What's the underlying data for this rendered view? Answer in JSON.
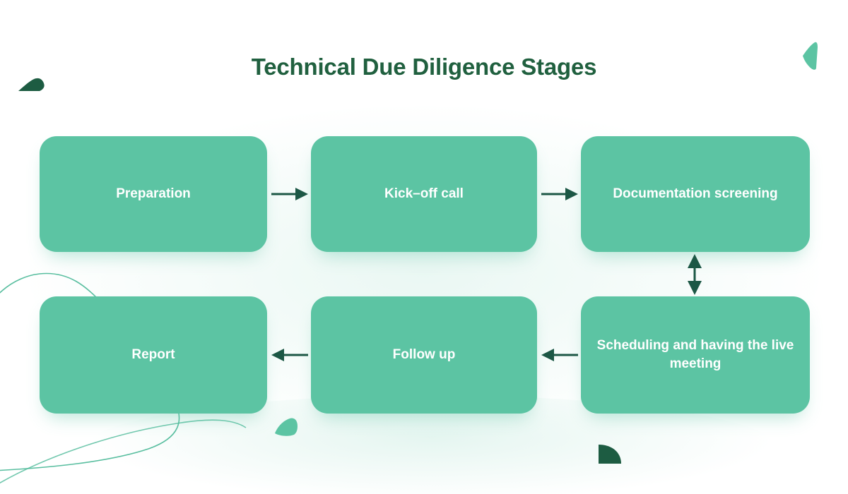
{
  "page": {
    "title": "Technical Due Diligence Stages",
    "background_color": "#ffffff"
  },
  "theme": {
    "node_fill": "#5cc4a3",
    "node_text": "#ffffff",
    "title_color": "#20603f",
    "arrow_color": "#1c5745",
    "accent_dark_green": "#1d5c42",
    "accent_light_green": "#5cc4a3",
    "outline_green": "#4fba9a"
  },
  "diagram": {
    "type": "flowchart",
    "orientation": "boustrophedon-two-rows",
    "nodes": [
      {
        "id": "preparation",
        "label": "Preparation",
        "row": 1,
        "col": 1
      },
      {
        "id": "kickoff",
        "label": "Kick–off call",
        "row": 1,
        "col": 2
      },
      {
        "id": "docs",
        "label": "Documentation screening",
        "row": 1,
        "col": 3
      },
      {
        "id": "scheduling",
        "label": "Scheduling and having the live meeting",
        "row": 2,
        "col": 3
      },
      {
        "id": "followup",
        "label": "Follow up",
        "row": 2,
        "col": 2
      },
      {
        "id": "report",
        "label": "Report",
        "row": 2,
        "col": 1
      }
    ],
    "edges": [
      {
        "id": "edge-preparation-kickoff",
        "from": "preparation",
        "to": "kickoff",
        "direction": "right",
        "heads": 1
      },
      {
        "id": "edge-kickoff-docs",
        "from": "kickoff",
        "to": "docs",
        "direction": "right",
        "heads": 1
      },
      {
        "id": "edge-docs-scheduling",
        "from": "docs",
        "to": "scheduling",
        "direction": "vertical",
        "heads": 2
      },
      {
        "id": "edge-scheduling-followup",
        "from": "scheduling",
        "to": "followup",
        "direction": "left",
        "heads": 1
      },
      {
        "id": "edge-followup-report",
        "from": "followup",
        "to": "report",
        "direction": "left",
        "heads": 1
      }
    ]
  },
  "decorations": [
    {
      "id": "triangle-top-left",
      "shape": "triangle",
      "color": "#1d5c42"
    },
    {
      "id": "wedge-top-right",
      "shape": "leaf-wedge",
      "color": "#5cc4a3"
    },
    {
      "id": "wedge-bottom-center",
      "shape": "curved-wedge",
      "color": "#5cc4a3"
    },
    {
      "id": "quarter-bottom-right",
      "shape": "quarter-round",
      "color": "#1d5c42"
    },
    {
      "id": "outline-curve-bottom-left",
      "shape": "outline-curve",
      "color": "#4fba9a"
    }
  ]
}
